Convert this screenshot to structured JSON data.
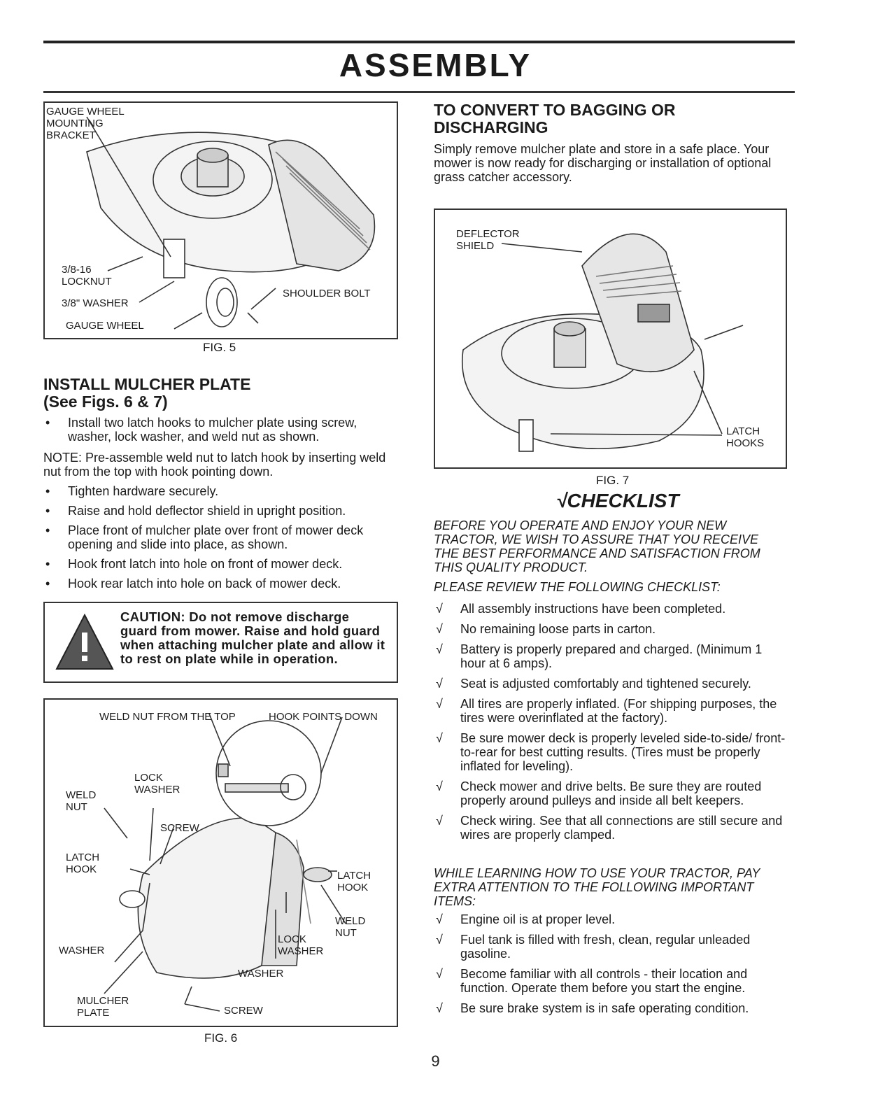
{
  "header": {
    "title": "ASSEMBLY"
  },
  "fig5": {
    "caption": "FIG. 5",
    "callouts": {
      "gauge_wheel_mounting_bracket": "GAUGE WHEEL\nMOUNTING\nBRACKET",
      "locknut": "3/8-16\nLOCKNUT",
      "washer": "3/8\" WASHER",
      "gauge_wheel": "GAUGE WHEEL",
      "shoulder_bolt": "SHOULDER BOLT"
    }
  },
  "install": {
    "heading_line1": "INSTALL MULCHER PLATE",
    "heading_line2": "(See Figs. 6 & 7)",
    "bullet1": "Install two latch hooks to mulcher plate using screw, washer, lock washer, and weld nut as shown.",
    "note_label": "NOTE:",
    "note_text": " Pre-assemble weld nut to latch hook by inserting weld nut from the top with hook pointing down.",
    "bullets": [
      "Tighten hardware securely.",
      "Raise and hold deflector shield in upright position.",
      "Place front of mulcher plate over front of mower deck opening and slide into place, as shown.",
      "Hook front latch into hole on front of mower deck.",
      "Hook rear latch into hole on back of mower deck."
    ]
  },
  "caution": {
    "text": "CAUTION: Do not remove discharge guard from mower. Raise and hold guard when attaching mulcher plate and allow it to rest on plate while in operation."
  },
  "fig6": {
    "caption": "FIG. 6",
    "callouts": {
      "weld_nut_top": "WELD NUT FROM THE TOP",
      "hook_points_down": "HOOK POINTS DOWN",
      "lock_washer_1": "LOCK\nWASHER",
      "weld_nut_1": "WELD\nNUT",
      "screw_1": "SCREW",
      "latch_hook_1": "LATCH\nHOOK",
      "latch_hook_2": "LATCH\nHOOK",
      "weld_nut_2": "WELD\nNUT",
      "lock_washer_2": "LOCK\nWASHER",
      "washer_1": "WASHER",
      "washer_2": "WASHER",
      "mulcher_plate": "MULCHER\nPLATE",
      "screw_2": "SCREW"
    }
  },
  "convert": {
    "heading_line1": "TO CONVERT TO BAGGING OR",
    "heading_line2": "DISCHARGING",
    "text": "Simply remove mulcher plate and store in a safe place. Your mower is now ready for discharging or installation of optional grass catcher accessory."
  },
  "fig7": {
    "caption": "FIG. 7",
    "callouts": {
      "deflector_shield": "DEFLECTOR\nSHIELD",
      "latch_hooks": "LATCH\nHOOKS"
    }
  },
  "checklist": {
    "heading": "√CHECKLIST",
    "intro": "BEFORE YOU OPERATE AND ENJOY YOUR NEW TRACTOR, WE WISH TO ASSURE THAT YOU RECEIVE THE BEST PERFORMANCE AND SATISFACTION FROM THIS QUALITY PRODUCT.",
    "review": "PLEASE REVIEW THE FOLLOWING CHECKLIST:",
    "check_mark": "√",
    "items": [
      "All assembly instructions have been completed.",
      "No remaining loose parts in carton.",
      "Battery is properly prepared and charged. (Minimum 1 hour at 6 amps).",
      "Seat is adjusted comfortably and tightened securely.",
      "All tires are properly inflated. (For shipping purposes, the tires were overinflated at the factory).",
      "Be sure mower deck is properly leveled side-to-side/ front-to-rear for best cutting results. (Tires must be properly inflated for leveling).",
      "Check mower and drive belts. Be sure they are routed properly around pulleys and inside all belt keepers.",
      "Check wiring. See that all connections are still secure and wires are properly clamped."
    ],
    "learning": "WHILE LEARNING HOW TO USE YOUR TRACTOR, PAY EXTRA ATTENTION TO THE FOLLOWING IMPORTANT ITEMS:",
    "items2": [
      "Engine oil is at proper level.",
      "Fuel tank is filled with fresh, clean, regular unleaded gasoline.",
      "Become familiar with all controls - their location and function. Operate them before you start the engine.",
      "Be sure brake system is in safe operating condition."
    ]
  },
  "footer": {
    "page_number": "9"
  }
}
